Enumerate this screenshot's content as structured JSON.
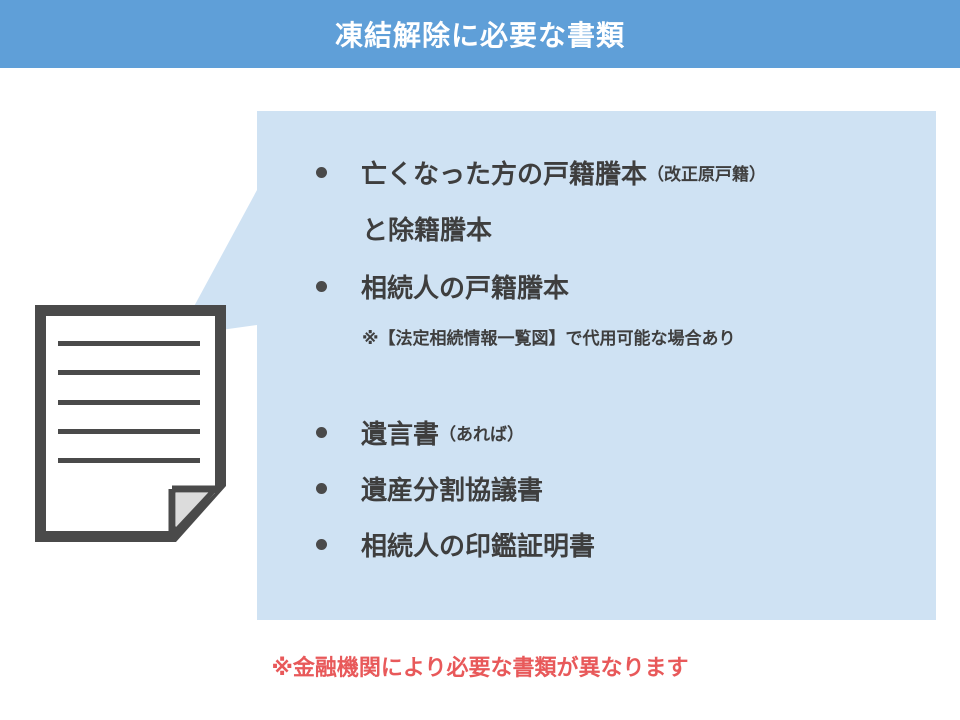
{
  "header": {
    "title": "凍結解除に必要な書類"
  },
  "items": [
    {
      "main": "亡くなった方の戸籍謄本",
      "sub": "（改正原戸籍）",
      "continuation": "と除籍謄本"
    },
    {
      "main": "相続人の戸籍謄本",
      "note": "※【法定相続情報一覧図】で代用可能な場合あり"
    },
    {
      "main": "遺言書",
      "sub": "（あれば）"
    },
    {
      "main": "遺産分割協議書"
    },
    {
      "main": "相続人の印鑑証明書"
    }
  ],
  "footer_note": "※金融機関により必要な書類が異なります",
  "colors": {
    "header": "#5f9fd8",
    "callout": "#cfe2f3",
    "text": "#3e3e3e",
    "note": "#e8595a",
    "document_icon": "#4a4a4a"
  },
  "icons": [
    "document-icon"
  ]
}
